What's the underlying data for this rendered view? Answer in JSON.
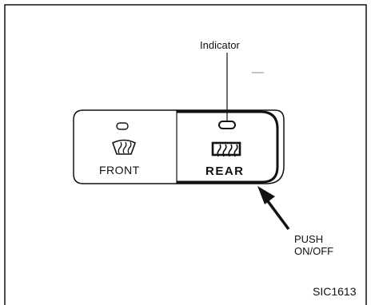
{
  "callouts": {
    "indicator": "Indicator",
    "push_line1": "PUSH",
    "push_line2": "ON/OFF"
  },
  "buttons": {
    "front_label": "FRONT",
    "rear_label": "REAR"
  },
  "figure_code": "SIC1613",
  "icons": {
    "front": "windshield-defroster-icon",
    "rear": "rear-window-defogger-icon"
  },
  "colors": {
    "ink": "#111111",
    "background": "#ffffff"
  }
}
